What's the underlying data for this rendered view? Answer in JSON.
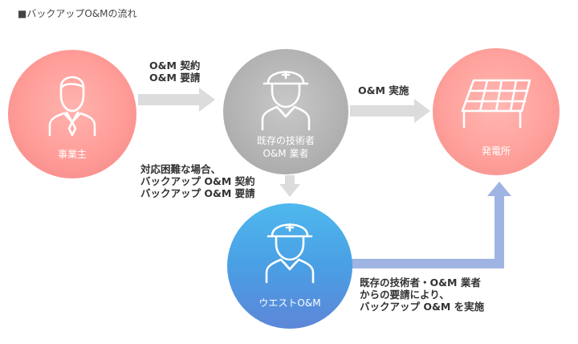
{
  "title": "■バックアップO&Mの流れ",
  "nodes": {
    "owner": {
      "label": "事業主",
      "icon": "businessman-icon",
      "color": "#ff9c98"
    },
    "existing": {
      "label_line1": "既存の技術者",
      "label_line2": "O&M 業者",
      "icon": "helmet-worker-icon",
      "color": "#b4b4b4"
    },
    "plant": {
      "label": "発電所",
      "icon": "solar-panel-icon",
      "color": "#ffa19c"
    },
    "west": {
      "label": "ウエストO&M",
      "icon": "helmet-worker-icon",
      "color": "#4a9fe4"
    }
  },
  "edges": {
    "owner_to_existing": {
      "line1": "O&M 契約",
      "line2": "O&M 要請"
    },
    "existing_to_plant": {
      "line1": "O&M 実施"
    },
    "owner_to_west": {
      "line1": "対応困難な場合、",
      "line2": "バックアップ O&M 契約",
      "line3": "バックアップ O&M 要請"
    },
    "west_to_plant": {
      "line1": "既存の技術者・O&M 業者",
      "line2": "からの要請により、",
      "line3": "バックアップ O&M を実施"
    }
  },
  "colors": {
    "arrow_gray": "#dcdcdc",
    "arrow_blue": "#9fb4e2"
  }
}
